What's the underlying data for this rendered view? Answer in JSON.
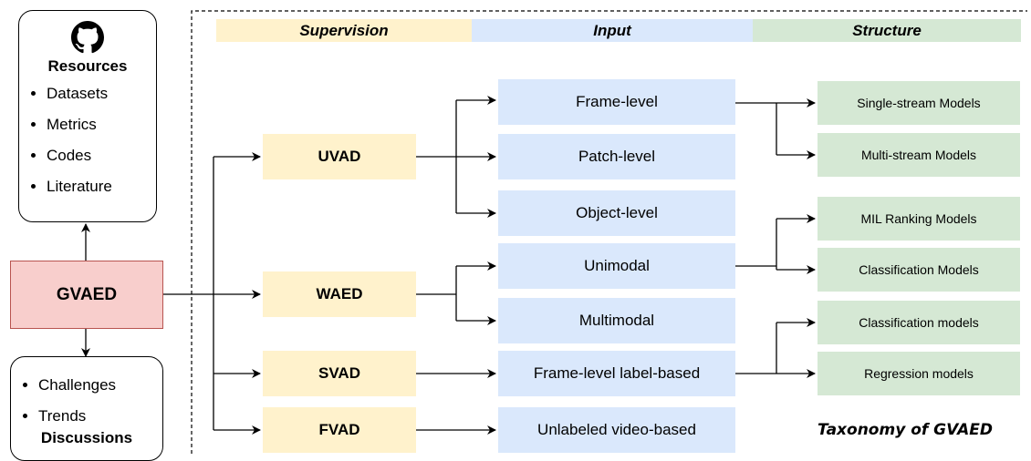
{
  "headers": {
    "supervision": "Supervision",
    "input": "Input",
    "structure": "Structure"
  },
  "root": {
    "label": "GVAED"
  },
  "resources": {
    "icon": "github-icon",
    "title": "Resources",
    "items": [
      "Datasets",
      "Metrics",
      "Codes",
      "Literature"
    ]
  },
  "discussions": {
    "title": "Discussions",
    "items": [
      "Challenges",
      "Trends"
    ]
  },
  "supervision": {
    "uvad": "UVAD",
    "waed": "WAED",
    "svad": "SVAD",
    "fvad": "FVAD"
  },
  "input": {
    "frame_level": "Frame-level",
    "patch_level": "Patch-level",
    "object_level": "Object-level",
    "unimodal": "Unimodal",
    "multimodal": "Multimodal",
    "frame_label": "Frame-level label-based",
    "unlabeled": "Unlabeled video-based"
  },
  "structure": {
    "single_stream": "Single-stream Models",
    "multi_stream": "Multi-stream Models",
    "mil_ranking": "MIL Ranking Models",
    "classification_models": "Classification Models",
    "classification_models_lc": "Classification models",
    "regression_models": "Regression models"
  },
  "caption": "Taxonomy of GVAED",
  "colors": {
    "supervision": "#fff2cc",
    "input": "#dae8fc",
    "structure": "#d5e8d4",
    "root": "#f8cecc"
  }
}
